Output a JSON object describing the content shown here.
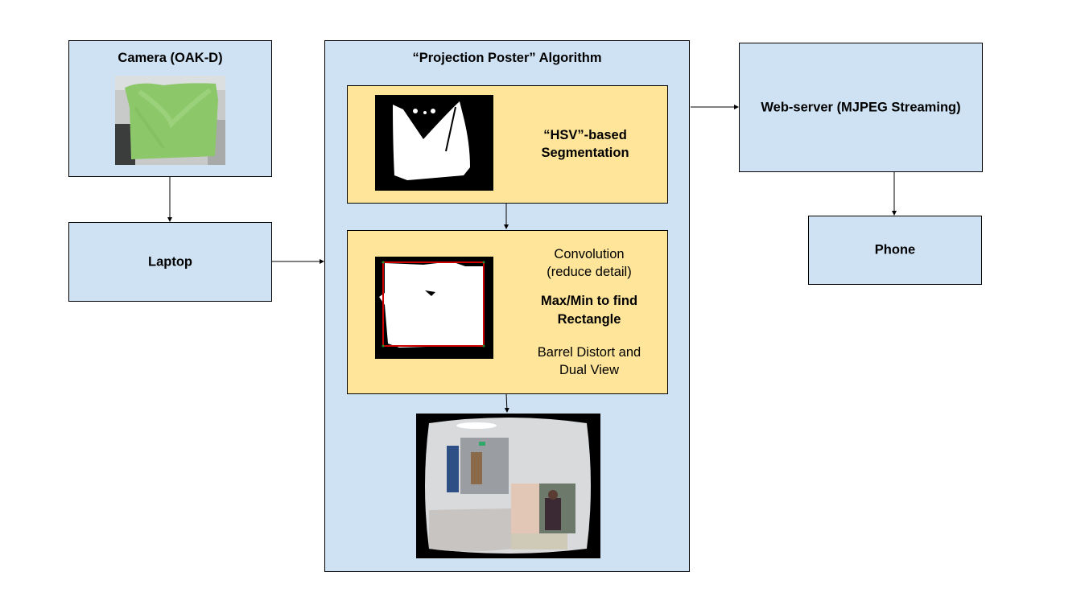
{
  "diagram": {
    "nodes": {
      "camera": {
        "label": "Camera (OAK-D)",
        "image": "green-cloth-camera-photo"
      },
      "laptop": {
        "label": "Laptop"
      },
      "algorithm": {
        "label": "“Projection Poster” Algorithm",
        "steps": [
          {
            "id": "segmentation",
            "image": "hsv-segmentation-mask",
            "lines": [
              "“HSV”-based",
              "Segmentation"
            ],
            "bold": true
          },
          {
            "id": "rectangle",
            "image": "rectangle-detection-mask",
            "blocks": [
              {
                "lines": [
                  "Convolution",
                  "(reduce detail)"
                ],
                "bold": false
              },
              {
                "lines": [
                  "Max/Min to find",
                  "Rectangle"
                ],
                "bold": true
              },
              {
                "lines": [
                  "Barrel Distort and",
                  "Dual View"
                ],
                "bold": false
              }
            ]
          }
        ],
        "output_image": "barrel-distorted-dual-view-hallway"
      },
      "webserver": {
        "label": "Web-server (MJPEG Streaming)"
      },
      "phone": {
        "label": "Phone"
      }
    },
    "edges": [
      {
        "from": "camera",
        "to": "laptop"
      },
      {
        "from": "laptop",
        "to": "algorithm"
      },
      {
        "from": "segmentation",
        "to": "rectangle"
      },
      {
        "from": "rectangle",
        "to": "output_image"
      },
      {
        "from": "algorithm",
        "to": "webserver"
      },
      {
        "from": "webserver",
        "to": "phone"
      }
    ],
    "colors": {
      "node_fill": "#cfe2f3",
      "step_fill": "#ffe599",
      "border": "#000000",
      "rect_outline": "#cc0000"
    }
  }
}
